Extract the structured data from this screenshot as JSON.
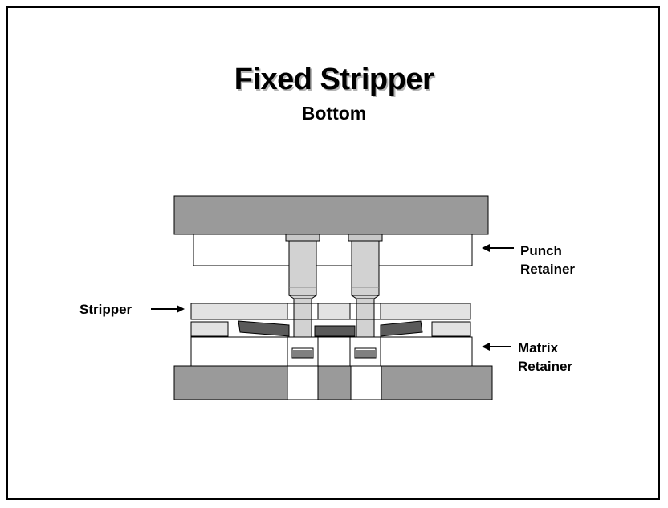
{
  "title": "Fixed Stripper",
  "subtitle": "Bottom",
  "labels": {
    "punch_retainer_1": "Punch",
    "punch_retainer_2": "Retainer",
    "stripper": "Stripper",
    "matrix_retainer_1": "Matrix",
    "matrix_retainer_2": "Retainer"
  },
  "colors": {
    "dark_plate": "#9a9a9a",
    "light_plate": "#e2e2e2",
    "white_plate": "#ffffff",
    "punch": "#d2d2d2",
    "strip": "#5a5a5a",
    "outline": "#000000"
  }
}
